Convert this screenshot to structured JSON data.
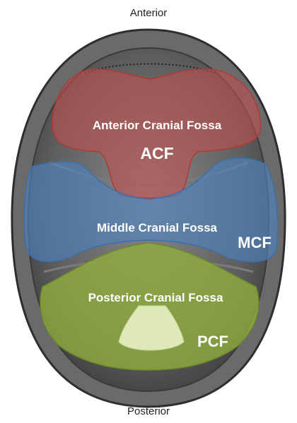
{
  "orientation": {
    "top": "Anterior",
    "bottom": "Posterior"
  },
  "regions": {
    "anterior": {
      "name": "Anterior Cranial Fossa",
      "abbr": "ACF",
      "color": "#c0504d"
    },
    "middle": {
      "name": "Middle Cranial Fossa",
      "abbr": "MCF",
      "color": "#4f81bd"
    },
    "posterior": {
      "name": "Posterior Cranial Fossa",
      "abbr": "PCF",
      "color": "#8fae3c"
    }
  },
  "foramen_magnum_color": "#dfe8b8",
  "skull_color": "#5a5a5a"
}
